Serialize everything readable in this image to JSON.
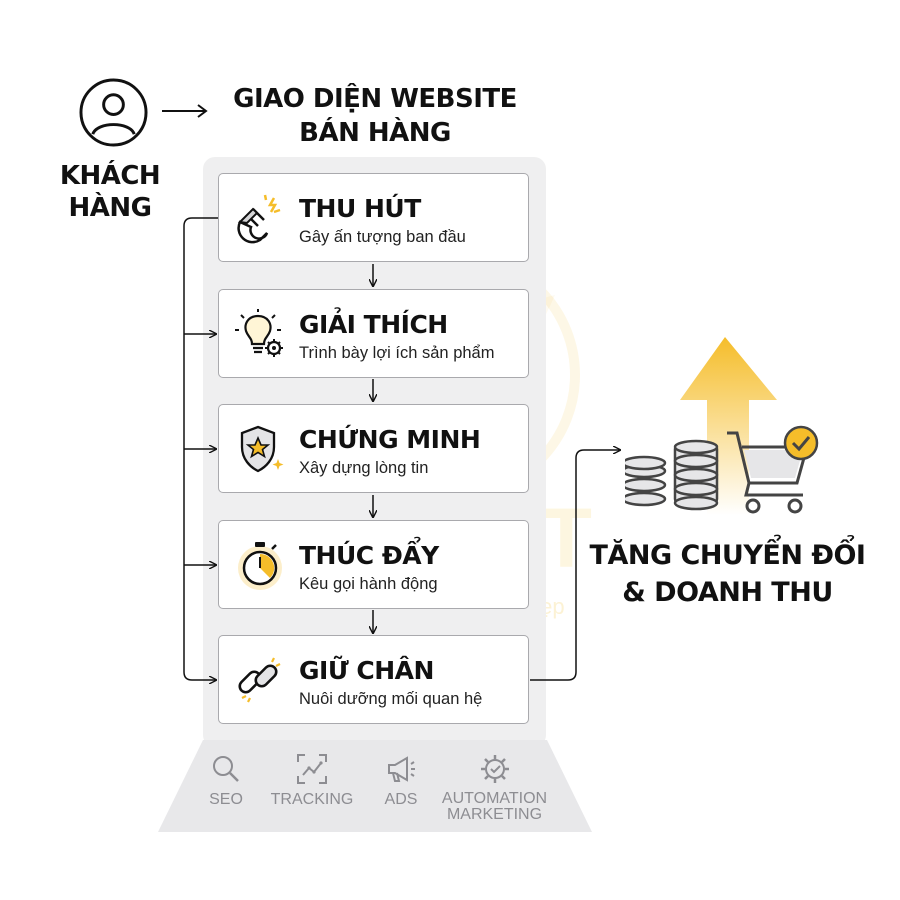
{
  "customer": {
    "label_line1": "KHÁCH",
    "label_line2": "HÀNG",
    "icon": "user-avatar-icon"
  },
  "website": {
    "title_line1": "GIAO DIỆN WEBSITE",
    "title_line2": "BÁN HÀNG"
  },
  "steps": [
    {
      "title": "THU HÚT",
      "subtitle": "Gây ấn tượng ban đầu",
      "icon": "magnet-icon"
    },
    {
      "title": "GIẢI THÍCH",
      "subtitle": "Trình bày lợi ích sản phẩm",
      "icon": "lightbulb-gear-icon"
    },
    {
      "title": "CHỨNG MINH",
      "subtitle": "Xây dựng lòng tin",
      "icon": "shield-star-icon"
    },
    {
      "title": "THÚC ĐẨY",
      "subtitle": "Kêu gọi hành động",
      "icon": "stopwatch-icon"
    },
    {
      "title": "GIỮ CHÂN",
      "subtitle": "Nuôi dưỡng mối quan hệ",
      "icon": "chain-link-icon"
    }
  ],
  "tools": [
    {
      "label": "SEO",
      "icon": "magnifier-icon"
    },
    {
      "label": "TRACKING",
      "icon": "tracking-chart-icon"
    },
    {
      "label": "ADS",
      "icon": "megaphone-icon"
    },
    {
      "label_line1": "AUTOMATION",
      "label_line2": "MARKETING",
      "icon": "gear-check-icon"
    }
  ],
  "result": {
    "label_line1": "TĂNG CHUYỂN ĐỔI",
    "label_line2": "& DOANH THU",
    "icons": [
      "up-arrow-icon",
      "coin-stack-icon",
      "shopping-cart-check-icon"
    ]
  },
  "watermark": {
    "brand": "LIGHT",
    "tagline": "Nhanh - Chuẩn - Đẹp"
  },
  "colors": {
    "accent": "#f5bd2a",
    "card_border": "#a9a9ad",
    "panel": "#efeff0",
    "muted": "#8d8d92"
  }
}
